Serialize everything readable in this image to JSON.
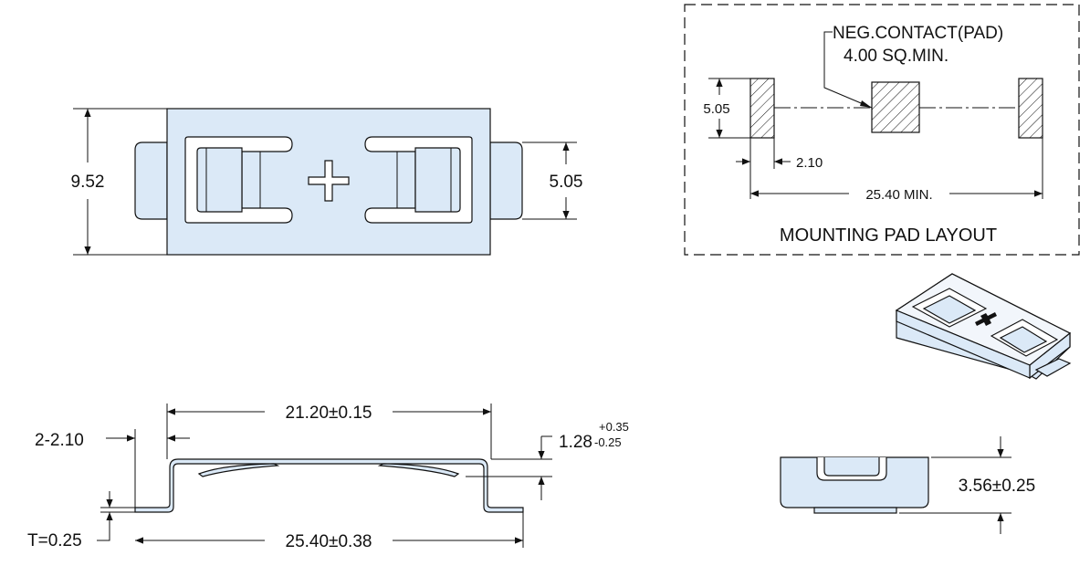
{
  "colors": {
    "part_fill": "#dbe9f7",
    "line": "#111111",
    "background": "#ffffff"
  },
  "top_view": {
    "height_dim": "9.52",
    "tab_dim": "5.05"
  },
  "pad_layout": {
    "title": "MOUNTING PAD LAYOUT",
    "neg_contact_line1": "NEG.CONTACT(PAD)",
    "neg_contact_line2": "4.00 SQ.MIN.",
    "pad_height": "5.05",
    "pad_width": "2.10",
    "span": "25.40 MIN."
  },
  "side_view": {
    "inner_width": "21.20±0.15",
    "outer_width": "25.40±0.38",
    "leg_width": "2-2.10",
    "thickness": "T=0.25",
    "contact_height_main": "1.28",
    "contact_tol_plus": "+0.35",
    "contact_tol_minus": "-0.25"
  },
  "end_view": {
    "height_dim": "3.56±0.25"
  },
  "icons": [
    "plus-sign-icon"
  ]
}
